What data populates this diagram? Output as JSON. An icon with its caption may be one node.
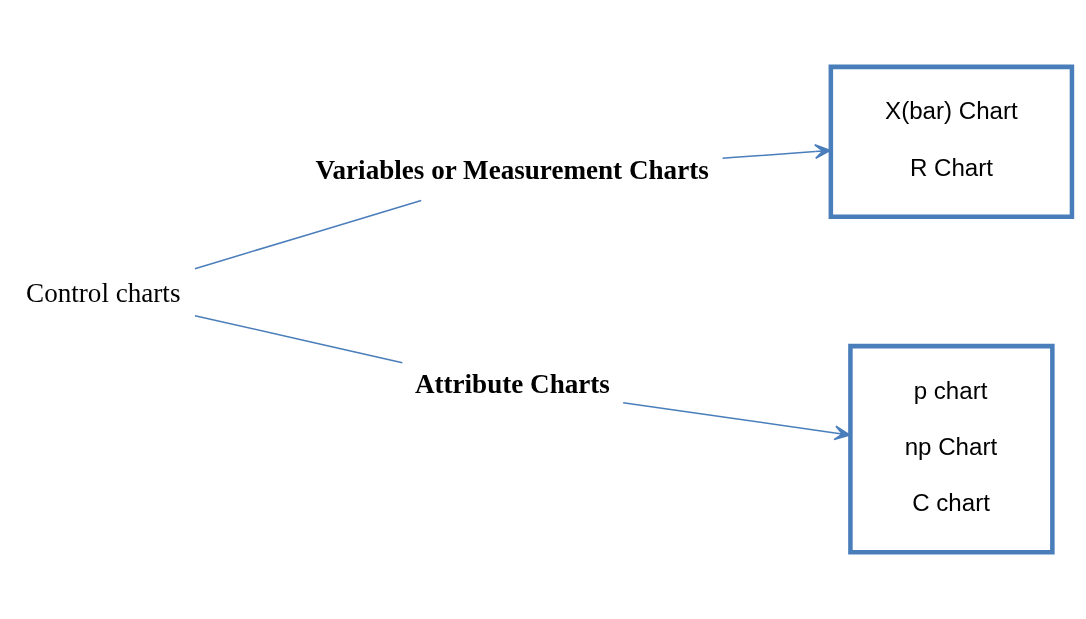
{
  "diagram": {
    "nodes": [
      {
        "text": [
          "Control charts"
        ]
      },
      {
        "text": [
          "Variables or Measurement Charts"
        ]
      },
      {
        "text": [
          "Attribute Charts"
        ]
      },
      {
        "text": [
          "X(bar) Chart",
          "R Chart"
        ]
      },
      {
        "text": [
          "p chart",
          "np Chart",
          "C chart"
        ]
      }
    ],
    "edges": [
      {
        "from": 0,
        "to": 1,
        "arrow": "none"
      },
      {
        "from": 0,
        "to": 2,
        "arrow": "none"
      },
      {
        "from": 1,
        "to": 3,
        "arrow": "to"
      },
      {
        "from": 2,
        "to": 4,
        "arrow": "to"
      }
    ]
  }
}
